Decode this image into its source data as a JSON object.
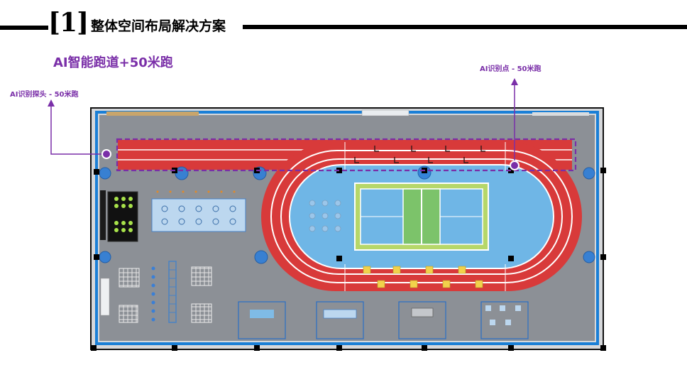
{
  "header": {
    "section_number": "[1]",
    "title": "整体空间布局解决方案"
  },
  "subtitle": "AI智能跑道+50米跑",
  "annotations": {
    "probe_label": "AI识别探头 - 50米跑",
    "point_label": "AI识别点 - 50米跑"
  },
  "colors": {
    "accent_purple": "#7a2fa8",
    "track_red": "#d83a3a",
    "court_blue": "#6fb6e6",
    "court_green": "#7cc36a",
    "floor_gray": "#8c9096",
    "wall_blue": "#1a7fd6"
  }
}
